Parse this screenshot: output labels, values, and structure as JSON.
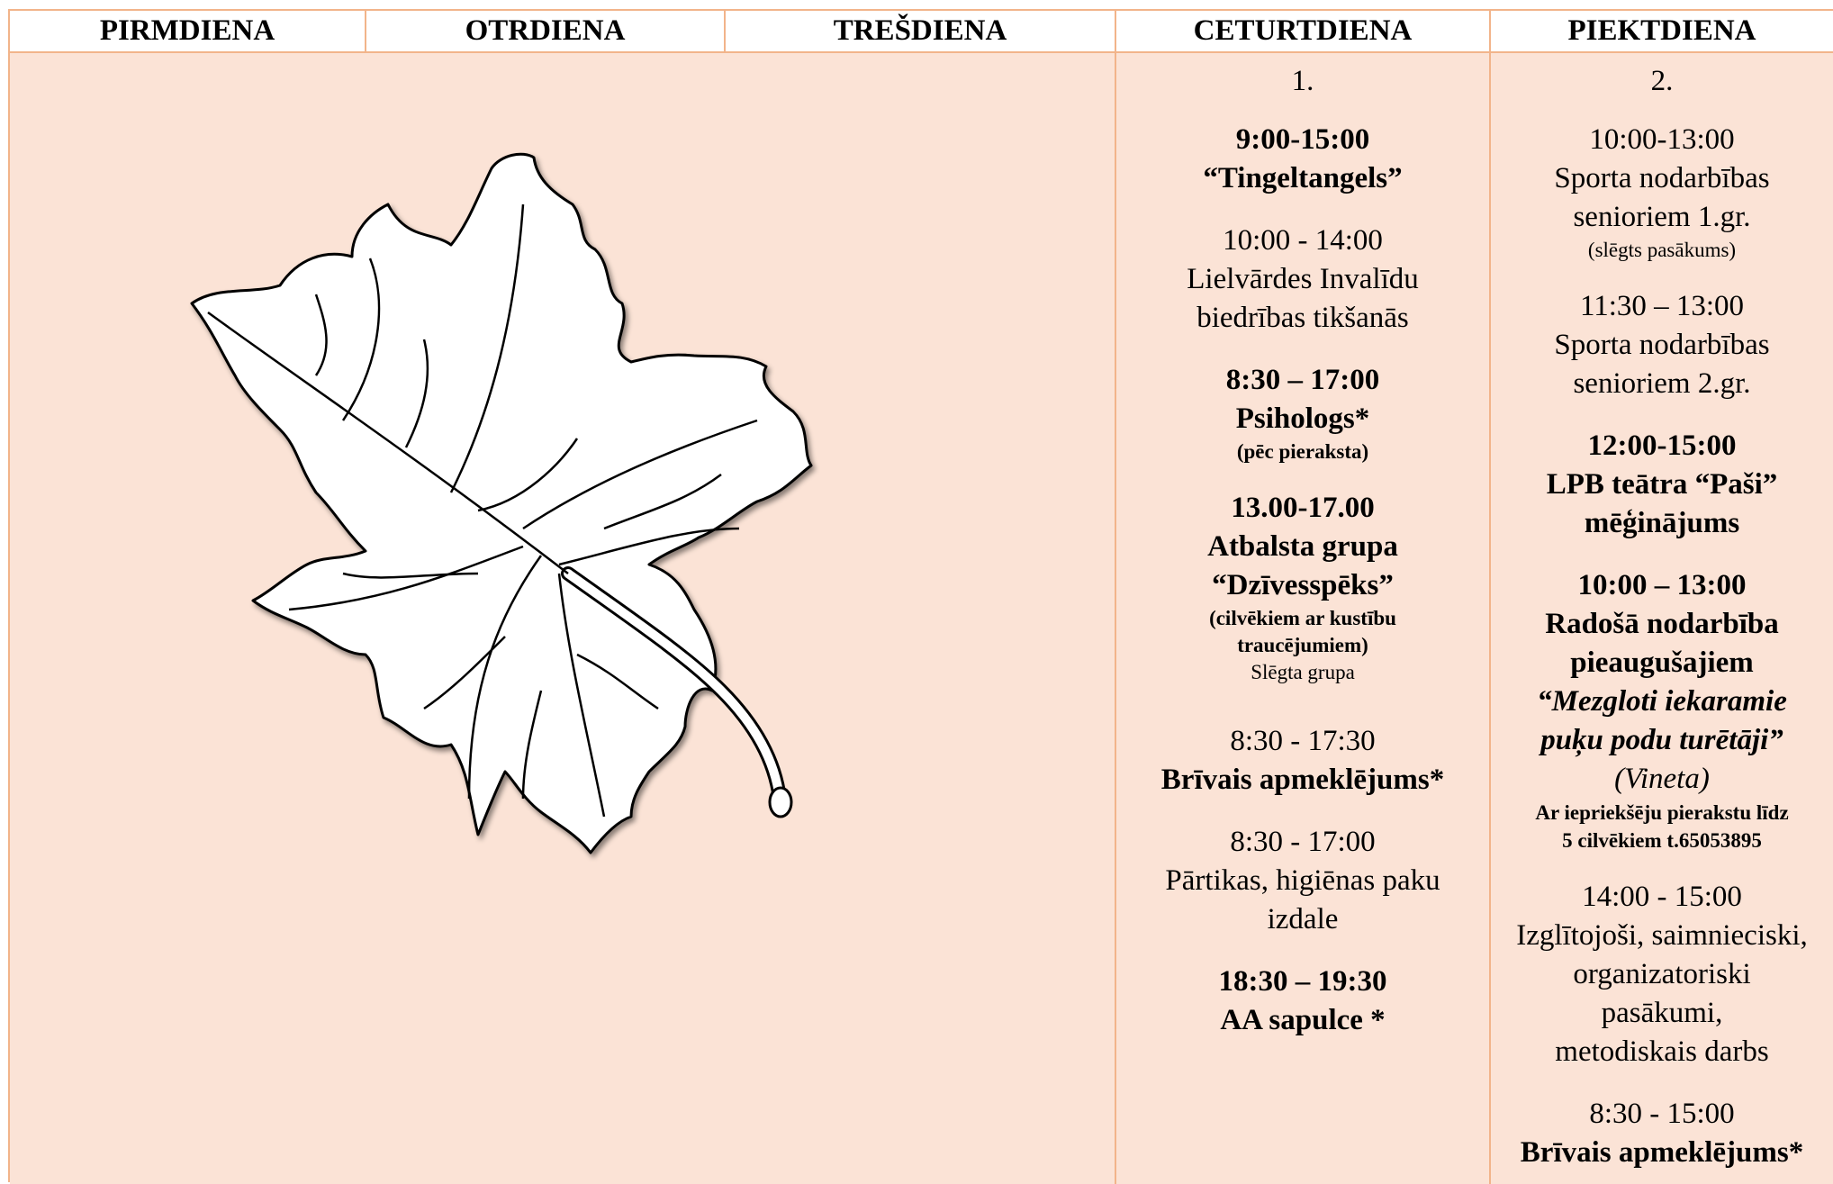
{
  "days": [
    "PIRMDIENA",
    "OTRDIENA",
    "TREŠDIENA",
    "CETURTDIENA",
    "PIEKTDIENA"
  ],
  "thursday": {
    "date": "1.",
    "e1_time": "9:00-15:00",
    "e1_title": "“Tingeltangels”",
    "e2_time": "10:00 - 14:00",
    "e2_l1": "Lielvārdes Invalīdu",
    "e2_l2": "biedrības tikšanās",
    "e3_time": "8:30 – 17:00",
    "e3_title": "Psihologs*",
    "e3_note": "(pēc pieraksta)",
    "e4_time": "13.00-17.00",
    "e4_l1": "Atbalsta grupa",
    "e4_l2": "“Dzīvesspēks”",
    "e4_n1": "(cilvēkiem ar kustību",
    "e4_n2": "traucējumiem)",
    "e4_n3": "Slēgta grupa",
    "e5_time": "8:30 - 17:30",
    "e5_title": "Brīvais apmeklējums*",
    "e6_time": "8:30 - 17:00",
    "e6_l1": "Pārtikas, higiēnas paku",
    "e6_l2": "izdale",
    "e7_time": "18:30 – 19:30",
    "e7_title": "AA sapulce *"
  },
  "friday": {
    "date": "2.",
    "e1_time": "10:00-13:00",
    "e1_l1": "Sporta nodarbības",
    "e1_l2": "senioriem 1.gr.",
    "e1_note": "(slēgts pasākums)",
    "e2_time": "11:30 – 13:00",
    "e2_l1": "Sporta nodarbības",
    "e2_l2": "senioriem 2.gr.",
    "e3_time": "12:00-15:00",
    "e3_l1": "LPB teātra “Paši”",
    "e3_l2": "mēģinājums",
    "e4_time": "10:00 – 13:00",
    "e4_l1": "Radošā nodarbība",
    "e4_l2": "pieaugušajiem",
    "e4_i1": "“Mezgloti iekaramie",
    "e4_i2": "puķu podu turētāji”",
    "e4_who": "(Vineta)",
    "e4_n1": "Ar iepriekšēju pierakstu līdz",
    "e4_n2": "5 cilvēkiem t.65053895",
    "e5_time": "14:00 - 15:00",
    "e5_l1": "Izglītojoši, saimnieciski,",
    "e5_l2": "organizatoriski",
    "e5_l3": "pasākumi,",
    "e5_l4": "metodiskais darbs",
    "e6_time": "8:30 - 15:00",
    "e6_title": "Brīvais apmeklējums*"
  }
}
